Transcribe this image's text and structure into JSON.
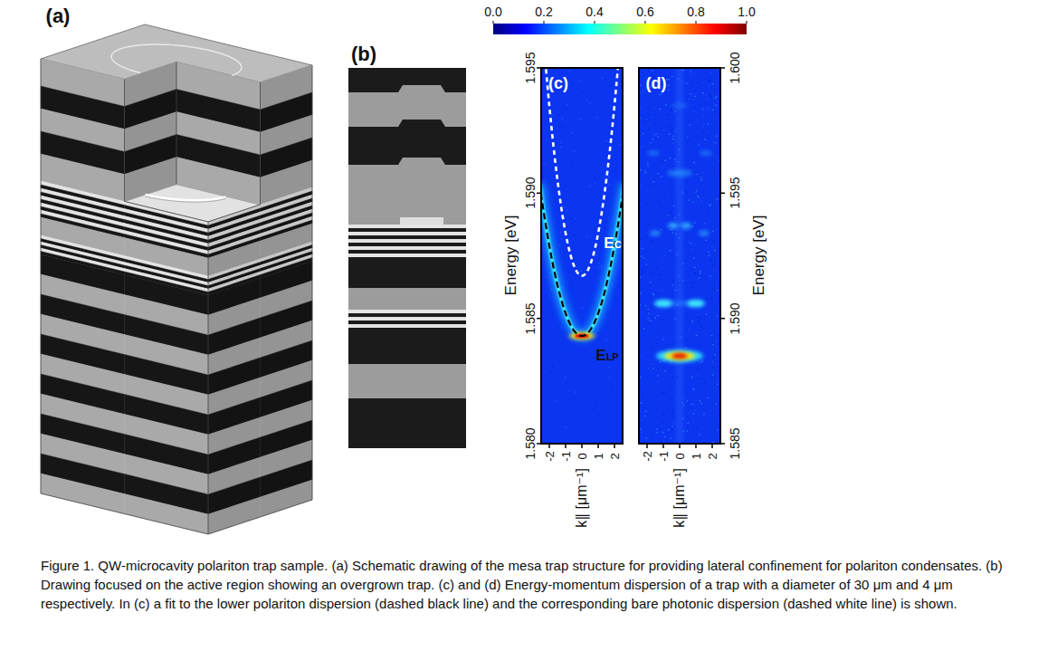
{
  "diagram": {
    "caption": "Figure 1. QW-microcavity polariton trap sample. (a) Schematic drawing of the mesa trap structure for providing lateral confinement for polariton condensates. (b) Drawing focused on the active region showing an overgrown trap. (c) and (d) Energy-momentum dispersion of a trap with a diameter of 30 μm and 4 μm respectively. In (c) a fit to the lower polariton dispersion (dashed black line) and the corresponding bare photonic dispersion (dashed white line) is shown.",
    "labels": [
      "(a)",
      "(b)",
      "0.0",
      "0.2",
      "0.4",
      "0.6",
      "0.8",
      "1.0",
      "(c)",
      "(d)",
      "EC",
      "ELP",
      "Energy [eV]",
      "1.595",
      "1.590",
      "1.585",
      "1.580",
      "1.600",
      "1.595",
      "1.590",
      "1.585",
      "Energy [eV]",
      "-2",
      "-1",
      "0",
      "1",
      "2",
      "k∥ [μm⁻¹]",
      "-2",
      "-1",
      "0",
      "1",
      "2",
      "k∥ [μm⁻¹]"
    ]
  }
}
